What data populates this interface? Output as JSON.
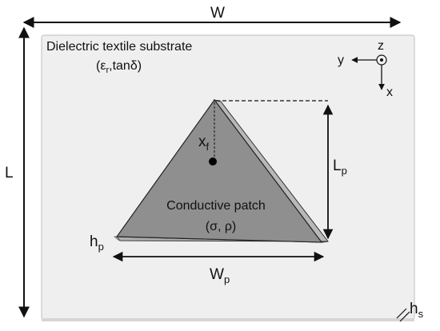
{
  "substrate": {
    "title": "Dielectric textile substrate",
    "params_eps": "ε",
    "params_eps_sub": "r",
    "params_tan": ",tanδ)",
    "params_open": "("
  },
  "dimensions": {
    "W": "W",
    "L": "L",
    "Lp": "L",
    "Lp_sub": "p",
    "Wp": "W",
    "Wp_sub": "p",
    "hp": "h",
    "hp_sub": "p",
    "hs": "h",
    "hs_sub": "s"
  },
  "feed": {
    "x": "x",
    "x_sub": "f"
  },
  "patch": {
    "title": "Conductive patch",
    "params": "(σ, ρ)"
  },
  "axes": {
    "z": "z",
    "y": "y",
    "x": "x"
  },
  "colors": {
    "substrate": "#efefef",
    "patch": "#8f8f8f",
    "patch_side": "#b8b8b8",
    "stroke": "#222222"
  }
}
